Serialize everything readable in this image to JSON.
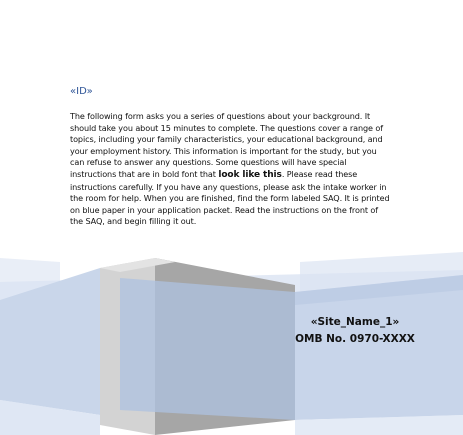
{
  "document": {
    "id_field": "«ID»",
    "intro": {
      "part1": "The following form asks you a series of questions about your background. It should take you about 15 minutes to complete. The questions cover a range of topics, including your family characteristics, your educational background, and your employment history. This information is important for the study, but you can refuse to answer any questions. Some questions will have special instructions that are in bold font that ",
      "bold": "look like this",
      "part2": ". Please read these instructions carefully. If you have any questions, please ask the intake worker in the room for help. When you are finished, find the form labeled SAQ. It is printed on blue paper in your application packet. Read the instructions on the front of the SAQ, and begin filling it out."
    },
    "site_name": "«Site_Name_1»",
    "omb_number": "OMB No. 0970-XXXX"
  },
  "colors": {
    "accent_blue": "#2f5597",
    "panel_blue": "#c5d3e8",
    "panel_gray": "#bfbfbf"
  }
}
